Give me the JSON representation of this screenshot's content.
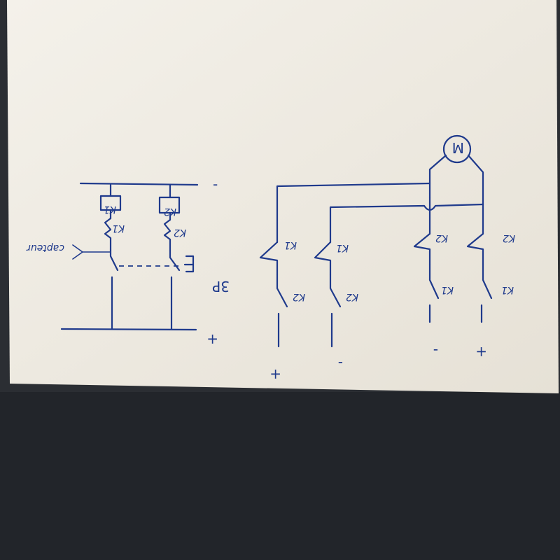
{
  "colors": {
    "table": "#2b2e33",
    "table_dark": "#1e2126",
    "paper": "#f1ede4",
    "paper_shade": "#ddd7cb",
    "ink": "#1f3a8c"
  },
  "labels": {
    "left_bus_top": "-",
    "left_bus_bottom": "+",
    "coil_1": "K1",
    "coil_2": "K2",
    "capteur": "capteur",
    "contact_left_1": "K1",
    "contact_left_2": "K2",
    "selector": "3P",
    "motor": "M",
    "bridge_upper_1": "K1",
    "bridge_upper_2": "K1",
    "bridge_upper_3": "K2",
    "bridge_upper_4": "K2",
    "bridge_lower_1": "K2",
    "bridge_lower_2": "K2",
    "bridge_lower_3": "K1",
    "bridge_lower_4": "K1",
    "terminal_1": "+",
    "terminal_2": "-",
    "terminal_3": "-",
    "terminal_4": "+"
  }
}
